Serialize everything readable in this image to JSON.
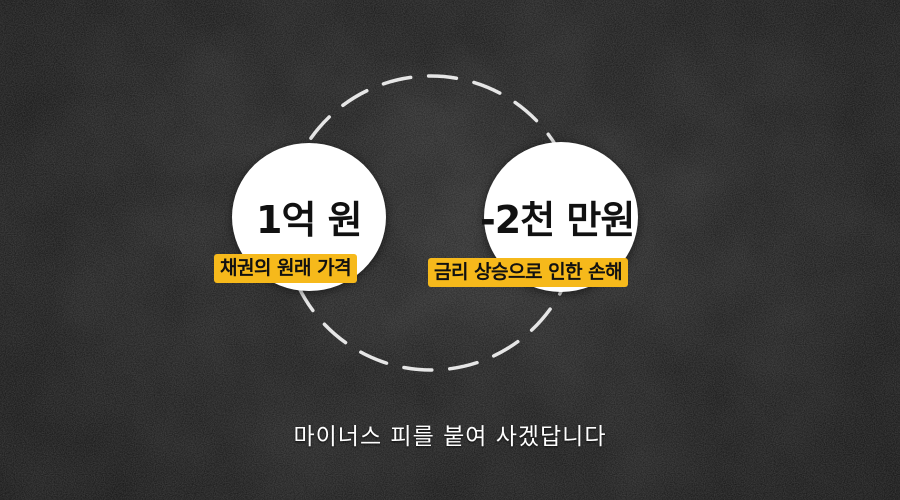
{
  "left_bubble": {
    "amount": "1억 원",
    "tag": "채권의 원래 가격"
  },
  "right_bubble": {
    "amount": "-2천 만원",
    "tag": "금리 상승으로 인한 손해"
  },
  "subtitle": "마이너스 피를 붙여 사겠답니다",
  "colors": {
    "background": "#1e1e1e",
    "bubble": "#ffffff",
    "tag": "#f6b91b",
    "dash": "#e6e6e6",
    "subtitle": "#ffffff"
  }
}
